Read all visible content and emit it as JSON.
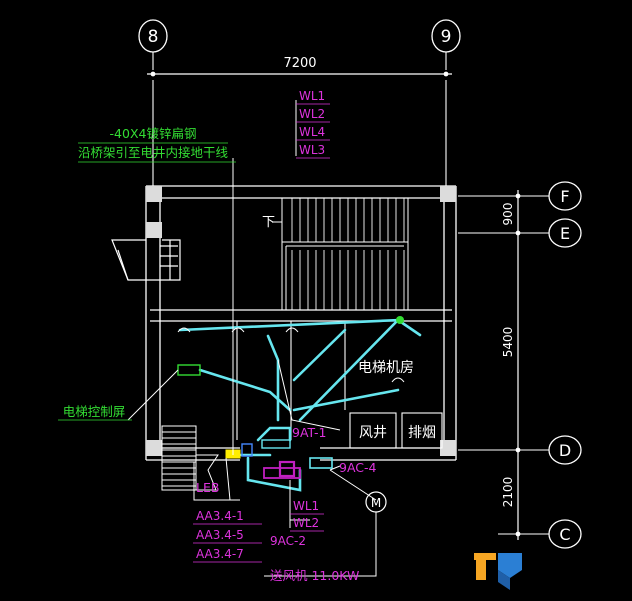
{
  "colors": {
    "background": "#000000",
    "wall": "#ffffff",
    "dim": "#ffffff",
    "green_text": "#33dd33",
    "magenta_text": "#dd33dd",
    "cable_cyan": "#66e6ef",
    "panel_magenta": "#c020c0",
    "panel_green": "#30c030",
    "logo_orange": "#f6a623",
    "logo_blue": "#2b7fd4"
  },
  "grid": {
    "axis_8": "8",
    "axis_9": "9",
    "axis_F": "F",
    "axis_E": "E",
    "axis_D": "D",
    "axis_C": "C"
  },
  "dimensions": {
    "top_span": "7200",
    "fe_span": "900",
    "ed_span": "5400",
    "dc_span": "2100"
  },
  "notes": {
    "flat_steel_line1": "-40X4镀锌扁钢",
    "flat_steel_line2": "沿桥架引至电井内接地干线",
    "elevator_panel": "电梯控制屏",
    "machine_room": "电梯机房",
    "down_arrow": "下",
    "air_shaft": "风井",
    "smoke_exhaust": "排烟",
    "leb": "LEB",
    "fan": "送风机 11.0KW"
  },
  "circuits": {
    "top": [
      "WL1",
      "WL2",
      "WL4",
      "WL3"
    ],
    "bottom": [
      "WL1",
      "WL2"
    ],
    "left": [
      "AA3.4-1",
      "AA3.4-5",
      "AA3.4-7"
    ],
    "panel_9at": "9AT-1",
    "panel_9ac4": "9AC-4",
    "panel_9ac2": "9AC-2",
    "motor": "M"
  }
}
